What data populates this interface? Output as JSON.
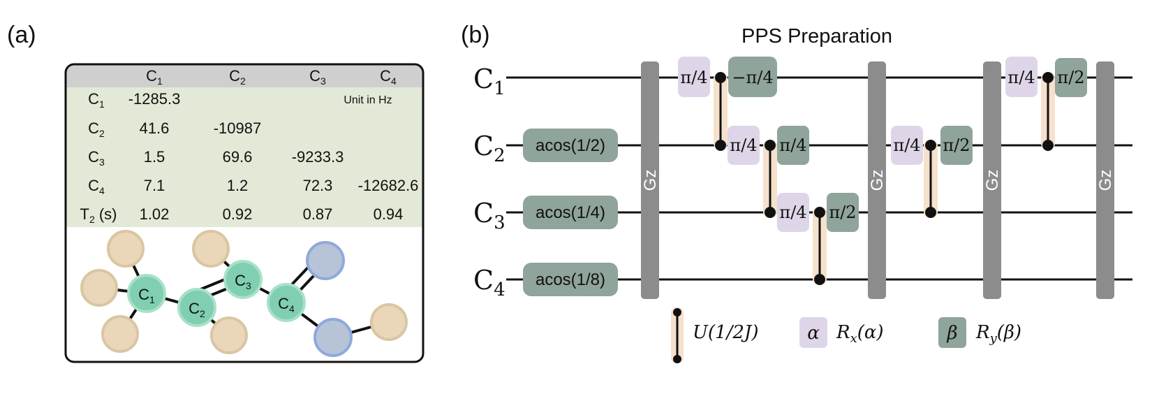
{
  "panel_a": {
    "label": "(a)",
    "table": {
      "col_headers": [
        {
          "base": "C",
          "sub": "1"
        },
        {
          "base": "C",
          "sub": "2"
        },
        {
          "base": "C",
          "sub": "3"
        },
        {
          "base": "C",
          "sub": "4"
        }
      ],
      "rows": [
        {
          "head": {
            "base": "C",
            "sub": "1"
          },
          "cells": [
            "-1285.3",
            "",
            "",
            ""
          ]
        },
        {
          "head": {
            "base": "C",
            "sub": "2"
          },
          "cells": [
            "41.6",
            "-10987",
            "",
            ""
          ]
        },
        {
          "head": {
            "base": "C",
            "sub": "3"
          },
          "cells": [
            "1.5",
            "69.6",
            "-9233.3",
            ""
          ]
        },
        {
          "head": {
            "base": "C",
            "sub": "4"
          },
          "cells": [
            "7.1",
            "1.2",
            "72.3",
            "-12682.6"
          ]
        },
        {
          "head": {
            "base": "T",
            "sub": "2",
            "suffix": " (s)"
          },
          "cells": [
            "1.02",
            "0.92",
            "0.87",
            "0.94"
          ]
        }
      ],
      "unit_note": "Unit  in Hz"
    },
    "molecule": {
      "carbons": [
        {
          "base": "C",
          "sub": "1"
        },
        {
          "base": "C",
          "sub": "2"
        },
        {
          "base": "C",
          "sub": "3"
        },
        {
          "base": "C",
          "sub": "4"
        }
      ],
      "colors": {
        "carbon_fill": "#7fcfb0",
        "carbon_stroke": "#a9e0c9",
        "hydrogen_fill": "#ead6b8",
        "hydrogen_stroke": "#d9c6a2",
        "oxygen_fill": "#b7c3d6",
        "oxygen_stroke": "#8ea9dc"
      }
    },
    "colors": {
      "header_bg": "#cfcfcf",
      "body_bg": "#e2e9d6",
      "border": "#111111"
    }
  },
  "panel_b": {
    "label": "(b)",
    "title": "PPS Preparation",
    "qubits": [
      {
        "base": "C",
        "sub": "1"
      },
      {
        "base": "C",
        "sub": "2"
      },
      {
        "base": "C",
        "sub": "3"
      },
      {
        "base": "C",
        "sub": "4"
      }
    ],
    "init_gates": [
      "acos(1/2)",
      "acos(1/4)",
      "acos(1/8)"
    ],
    "gz_label": "Gz",
    "rx_gates": [
      "π/4",
      "π/4",
      "π/4",
      "π/4",
      "π/4"
    ],
    "ry_gates": [
      "−π/4",
      "π/4",
      "π/2",
      "π/2",
      "π/2"
    ],
    "legend": {
      "coupling": "U(1/2J)",
      "rx_symbol": "α",
      "rx_label": "R",
      "rx_sub": "x",
      "rx_arg": "(α)",
      "ry_symbol": "β",
      "ry_label": "R",
      "ry_sub": "y",
      "ry_arg": "(β)"
    },
    "colors": {
      "gz": "#8c8c8c",
      "ry_gate": "#8fa49a",
      "rx_gate": "#ded6e8",
      "init_gate": "#8fa49a",
      "coupling_glow": "#f6e1cc",
      "wire": "#111111"
    }
  }
}
